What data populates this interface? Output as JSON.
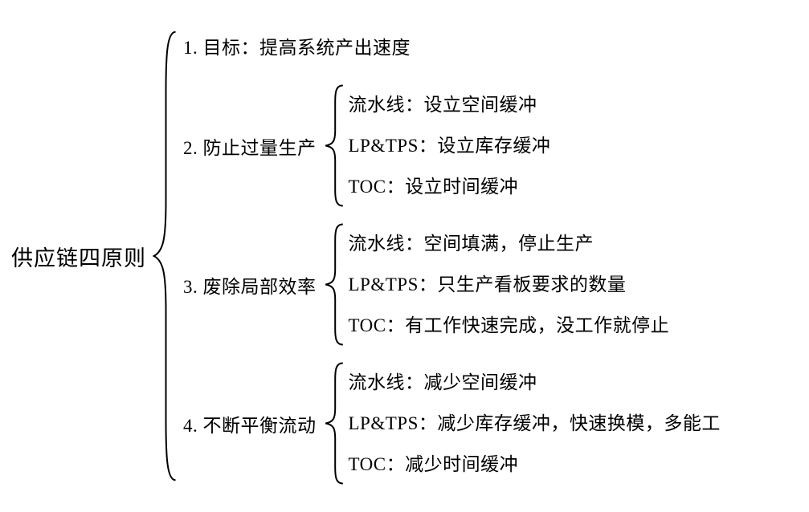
{
  "root": {
    "label": "供应链四原则"
  },
  "principles": [
    {
      "label": "1. 目标：提高系统产出速度",
      "children": []
    },
    {
      "label": "2. 防止过量生产",
      "children": [
        "流水线：设立空间缓冲",
        "LP&TPS：设立库存缓冲",
        "TOC：设立时间缓冲"
      ]
    },
    {
      "label": "3. 废除局部效率",
      "children": [
        "流水线：空间填满，停止生产",
        "LP&TPS：只生产看板要求的数量",
        "TOC：有工作快速完成，没工作就停止"
      ]
    },
    {
      "label": "4. 不断平衡流动",
      "children": [
        "流水线：减少空间缓冲",
        "LP&TPS：减少库存缓冲，快速换模，多能工",
        "TOC：减少时间缓冲"
      ]
    }
  ]
}
